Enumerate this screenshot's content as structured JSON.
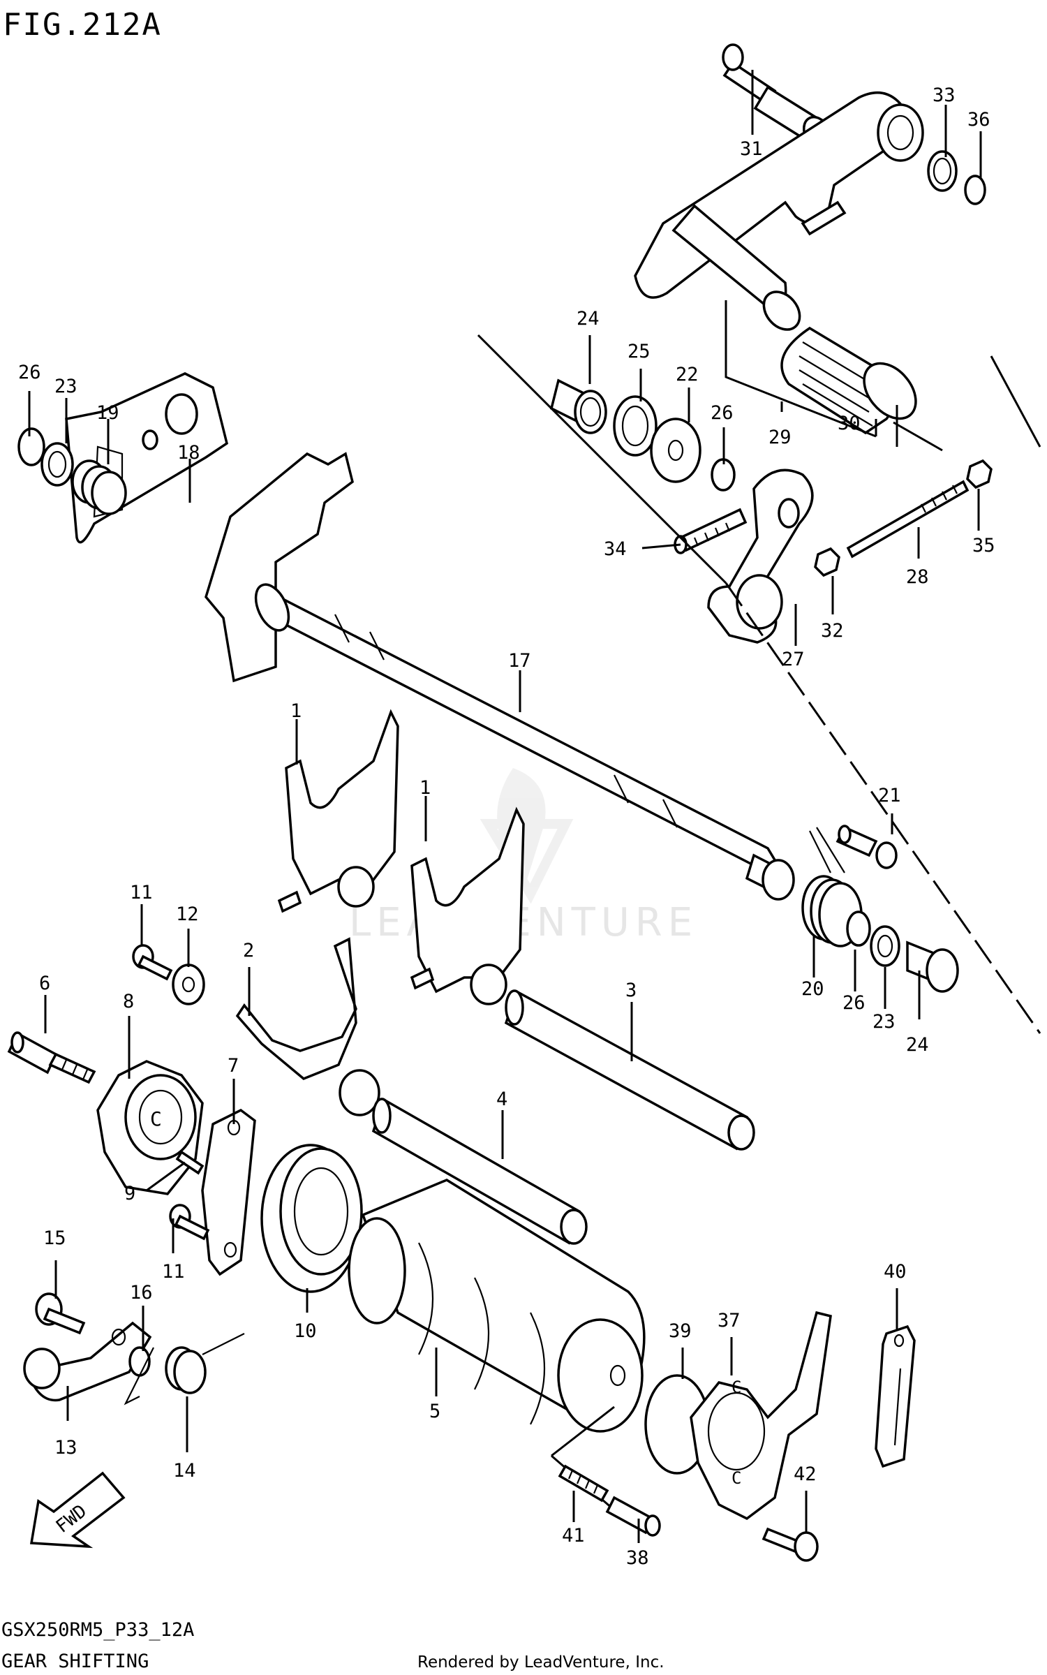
{
  "figure_title": "FIG.212A",
  "model_code": "GSX250RM5_P33_12A",
  "section_name": "GEAR SHIFTING",
  "credit": "Rendered by LeadVenture, Inc.",
  "watermark": "LEADVENTURE",
  "fwd_label": "FWD",
  "callouts": [
    {
      "id": "c-31",
      "label": "31"
    },
    {
      "id": "c-33",
      "label": "33"
    },
    {
      "id": "c-36",
      "label": "36"
    },
    {
      "id": "c-24a",
      "label": "24"
    },
    {
      "id": "c-25",
      "label": "25"
    },
    {
      "id": "c-22",
      "label": "22"
    },
    {
      "id": "c-26a",
      "label": "26"
    },
    {
      "id": "c-29",
      "label": "29"
    },
    {
      "id": "c-30",
      "label": "30"
    },
    {
      "id": "c-34",
      "label": "34"
    },
    {
      "id": "c-28",
      "label": "28"
    },
    {
      "id": "c-35",
      "label": "35"
    },
    {
      "id": "c-32",
      "label": "32"
    },
    {
      "id": "c-27",
      "label": "27"
    },
    {
      "id": "c-26b",
      "label": "26"
    },
    {
      "id": "c-23a",
      "label": "23"
    },
    {
      "id": "c-19",
      "label": "19"
    },
    {
      "id": "c-18",
      "label": "18"
    },
    {
      "id": "c-17",
      "label": "17"
    },
    {
      "id": "c-1a",
      "label": "1"
    },
    {
      "id": "c-1b",
      "label": "1"
    },
    {
      "id": "c-21",
      "label": "21"
    },
    {
      "id": "c-11a",
      "label": "11"
    },
    {
      "id": "c-12",
      "label": "12"
    },
    {
      "id": "c-20",
      "label": "20"
    },
    {
      "id": "c-26c",
      "label": "26"
    },
    {
      "id": "c-23b",
      "label": "23"
    },
    {
      "id": "c-24b",
      "label": "24"
    },
    {
      "id": "c-6",
      "label": "6"
    },
    {
      "id": "c-8",
      "label": "8"
    },
    {
      "id": "c-2",
      "label": "2"
    },
    {
      "id": "c-3",
      "label": "3"
    },
    {
      "id": "c-7",
      "label": "7"
    },
    {
      "id": "c-4",
      "label": "4"
    },
    {
      "id": "c-9",
      "label": "9"
    },
    {
      "id": "c-11b",
      "label": "11"
    },
    {
      "id": "c-10",
      "label": "10"
    },
    {
      "id": "c-15",
      "label": "15"
    },
    {
      "id": "c-16",
      "label": "16"
    },
    {
      "id": "c-5",
      "label": "5"
    },
    {
      "id": "c-40",
      "label": "40"
    },
    {
      "id": "c-39",
      "label": "39"
    },
    {
      "id": "c-37",
      "label": "37"
    },
    {
      "id": "c-13",
      "label": "13"
    },
    {
      "id": "c-14",
      "label": "14"
    },
    {
      "id": "c-42",
      "label": "42"
    },
    {
      "id": "c-41",
      "label": "41"
    },
    {
      "id": "c-38",
      "label": "38"
    }
  ]
}
